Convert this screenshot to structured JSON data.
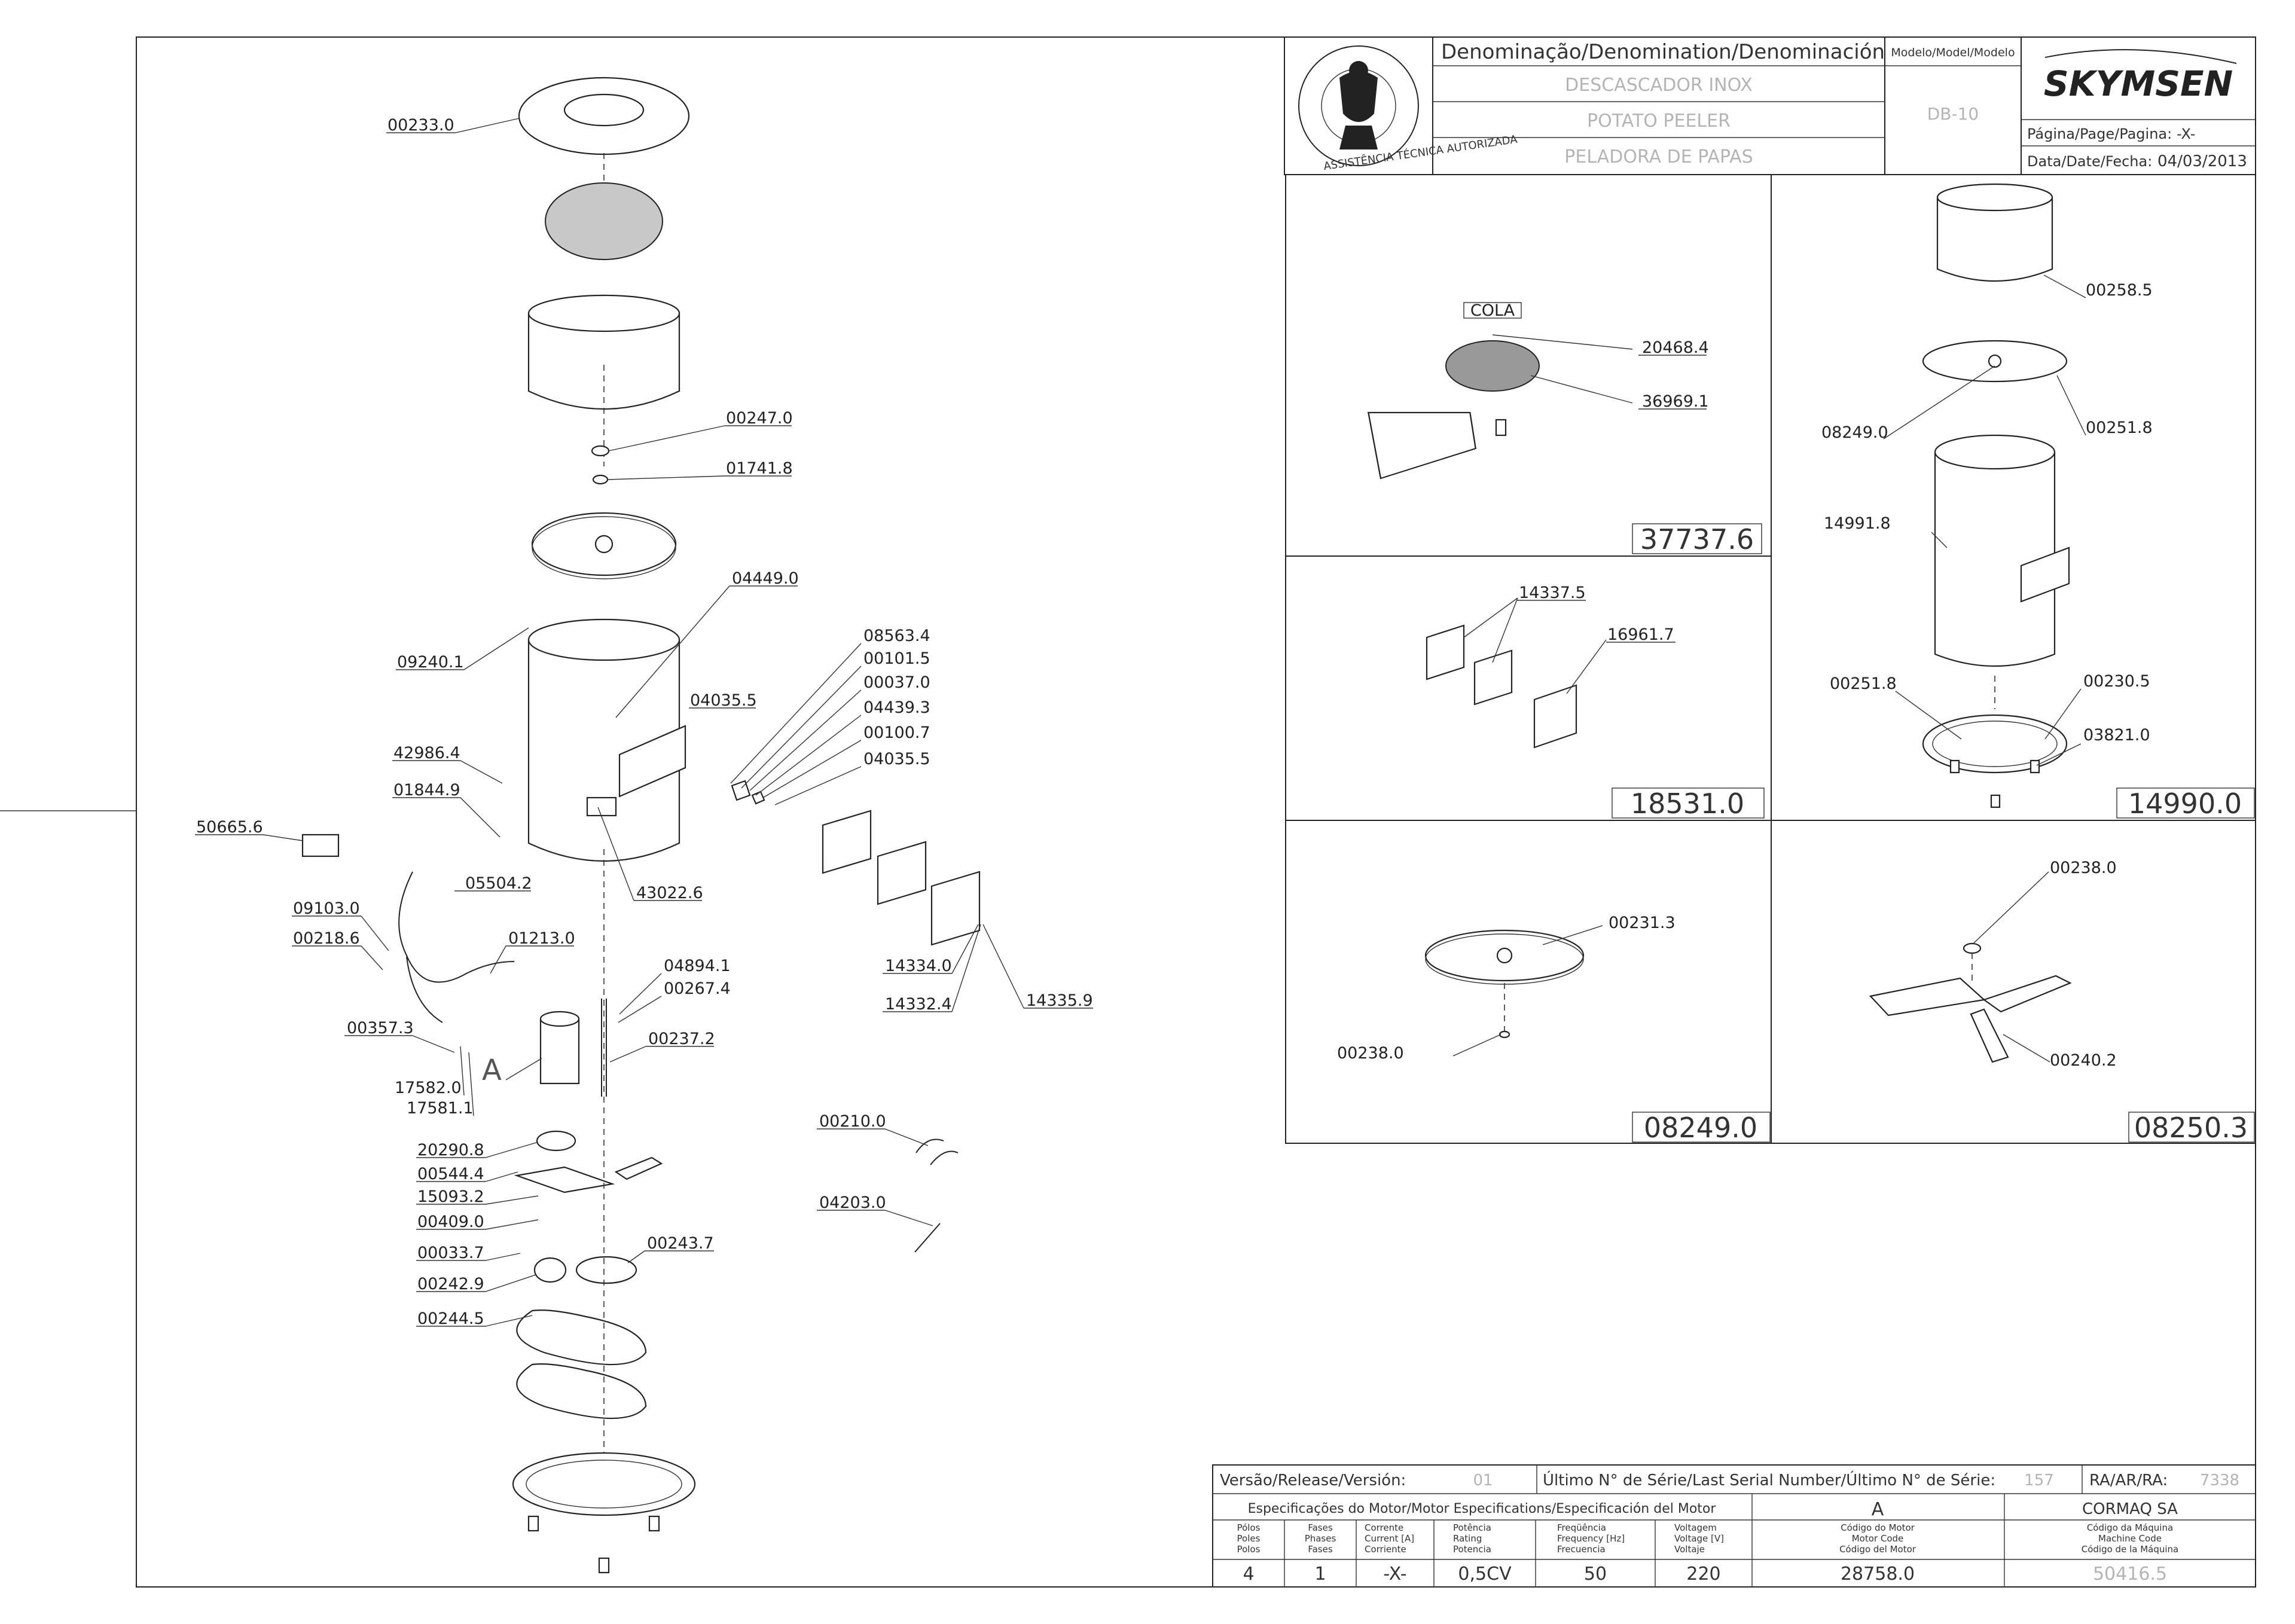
{
  "header": {
    "denomination_title": "Denominação/Denomination/Denominación",
    "name_pt": "DESCASCADOR INOX",
    "name_en": "POTATO PEELER",
    "name_es": "PELADORA DE PAPAS",
    "model_title": "Modelo/Model/Modelo",
    "model_value": "DB-10",
    "brand": "SKYMSEN",
    "page_label": "Página/Page/Pagina:",
    "page_value": "-X-",
    "date_label": "Data/Date/Fecha:",
    "date_value": "04/03/2013",
    "seal_text": "ASSISTÊNCIA TÉCNICA AUTORIZADA"
  },
  "main_labels": {
    "l00233": "00233.0",
    "l00247": "00247.0",
    "l01741": "01741.8",
    "l04449": "04449.0",
    "l09240": "09240.1",
    "l04035a": "04035.5",
    "l08563": "08563.4",
    "l00101": "00101.5",
    "l00037": "00037.0",
    "l04439": "04439.3",
    "l00100": "00100.7",
    "l04035b": "04035.5",
    "l42986": "42986.4",
    "l01844": "01844.9",
    "l50665": "50665.6",
    "l05504": "05504.2",
    "l43022": "43022.6",
    "l09103": "09103.0",
    "l00218": "00218.6",
    "l01213": "01213.0",
    "l04894": "04894.1",
    "l00267": "00267.4",
    "l00357": "00357.3",
    "l00237": "00237.2",
    "l17582": "17582.0",
    "l17581": "17581.1",
    "motor_tag": "A",
    "l20290": "20290.8",
    "l00544": "00544.4",
    "l15093": "15093.2",
    "l00409": "00409.0",
    "l00033": "00033.7",
    "l00242": "00242.9",
    "l00243": "00243.7",
    "l00244": "00244.5",
    "l14334": "14334.0",
    "l14332": "14332.4",
    "l14335": "14335.9",
    "l00210": "00210.0",
    "l04203": "04203.0"
  },
  "panels": {
    "p1": {
      "cola": "COLA",
      "a": "20468.4",
      "b": "36969.1",
      "code": "37737.6"
    },
    "p2": {
      "a": "14337.5",
      "b": "16961.7",
      "code": "18531.0"
    },
    "p3": {
      "a": "00258.5",
      "b": "08249.0",
      "c": "00251.8",
      "d": "14991.8",
      "e": "00251.8",
      "f": "00230.5",
      "g": "03821.0",
      "code": "14990.0"
    },
    "p4": {
      "a": "00231.3",
      "b": "00238.0",
      "code": "08249.0"
    },
    "p5": {
      "a": "00238.0",
      "b": "00240.2",
      "code": "08250.3"
    }
  },
  "footer": {
    "version_label": "Versão/Release/Versión:",
    "version_value": "01",
    "serial_label": "Último N° de Série/Last Serial Number/Último N° de Série:",
    "serial_value": "157",
    "ra_label": "RA/AR/RA:",
    "ra_value": "7338",
    "motor_spec_label": "Especificações do Motor/Motor Especifications/Especificación del Motor",
    "motor_letter": "A",
    "manufacturer": "CORMAQ SA",
    "poles_label": [
      "Pólos",
      "Poles",
      "Polos"
    ],
    "phases_label": [
      "Fases",
      "Phases",
      "Fases"
    ],
    "current_label": [
      "Corrente",
      "Current [A]",
      "Corriente"
    ],
    "power_label": [
      "Potência",
      "Rating",
      "Potencia"
    ],
    "freq_label": [
      "Freqüência",
      "Frequency [Hz]",
      "Frecuencia"
    ],
    "voltage_label": [
      "Voltagem",
      "Voltage [V]",
      "Voltaje"
    ],
    "motor_code_label": [
      "Código do Motor",
      "Motor Code",
      "Código del Motor"
    ],
    "machine_code_label": [
      "Código da Máquina",
      "Machine Code",
      "Código de la Máquina"
    ],
    "poles": "4",
    "phases": "1",
    "current": "-X-",
    "power": "0,5CV",
    "frequency": "50",
    "voltage": "220",
    "motor_code": "28758.0",
    "machine_code": "50416.5"
  }
}
